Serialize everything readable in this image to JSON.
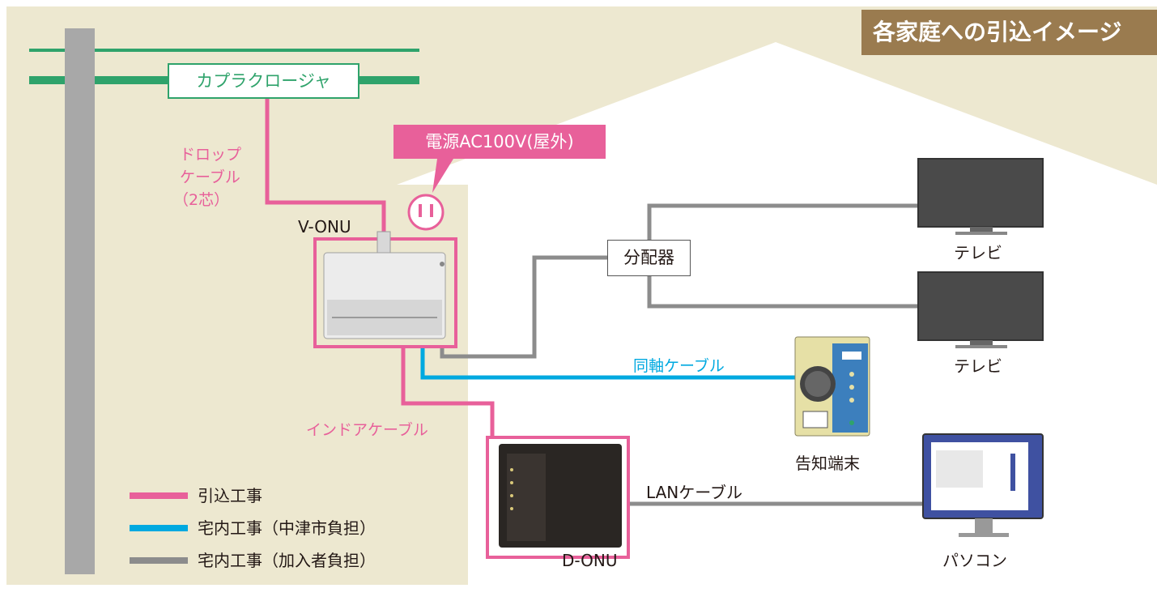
{
  "banner": {
    "title": "各家庭への引込イメージ"
  },
  "labels": {
    "coupler": "カプラクロージャ",
    "drop_cable_lines": [
      "ドロップ",
      "ケーブル",
      "（2芯）"
    ],
    "power": "電源AC100V(屋外)",
    "v_onu": "V-ONU",
    "splitter": "分配器",
    "tv1": "テレビ",
    "tv2": "テレビ",
    "coax_cable": "同軸ケーブル",
    "indoor_cable": "インドアケーブル",
    "notify_terminal": "告知端末",
    "lan_cable": "LANケーブル",
    "d_onu": "D-ONU",
    "pc": "パソコン"
  },
  "legend": [
    {
      "label": "引込工事",
      "color": "#e8609a"
    },
    {
      "label": "宅内工事（中津市負担）",
      "color": "#00a9e0"
    },
    {
      "label": "宅内工事（加入者負担）",
      "color": "#8c8c8c"
    }
  ],
  "colors": {
    "background": "#ede8d0",
    "house": "#ffffff",
    "pole": "#a8a8a8",
    "power_line": "#2fa36b",
    "pink": "#e8609a",
    "cyan": "#00a9e0",
    "gray": "#8c8c8c",
    "banner": "#9a7b4f"
  }
}
